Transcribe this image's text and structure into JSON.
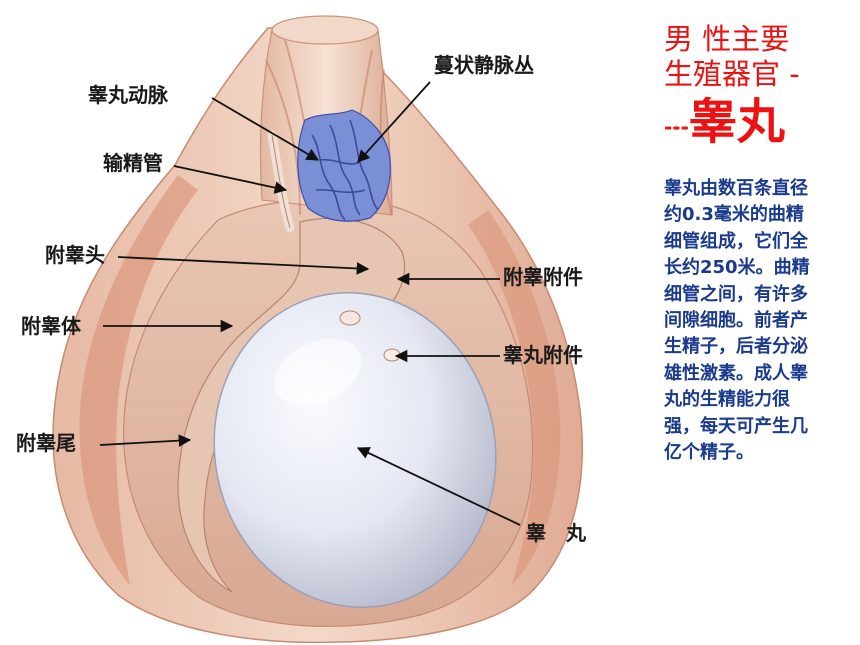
{
  "labels": {
    "testicular_artery": "睾丸动脉",
    "pampiniform_plexus": "蔓状静脉丛",
    "vas_deferens": "输精管",
    "epididymis_head": "附睾头",
    "epididymis_appendix": "附睾附件",
    "epididymis_body": "附睾体",
    "testis_appendix": "睾丸附件",
    "epididymis_tail": "附睾尾",
    "testis": "睾　丸"
  },
  "title": {
    "line1": "男 性主要",
    "line2": "生殖器官 -",
    "line3_dashes": "---",
    "line3_main": "睾丸"
  },
  "description": "睾丸由数百条直径约0.3毫米的曲精细管组成，它们全长约250米。曲精细管之间，有许多间隙细胞。前者产生精子，后者分泌雄性激素。成人睾丸的生精能力很强，每天可产生几亿个精子。",
  "colors": {
    "title": "#ee1111",
    "description": "#1a3a8c",
    "label": "#1a1a1a"
  }
}
